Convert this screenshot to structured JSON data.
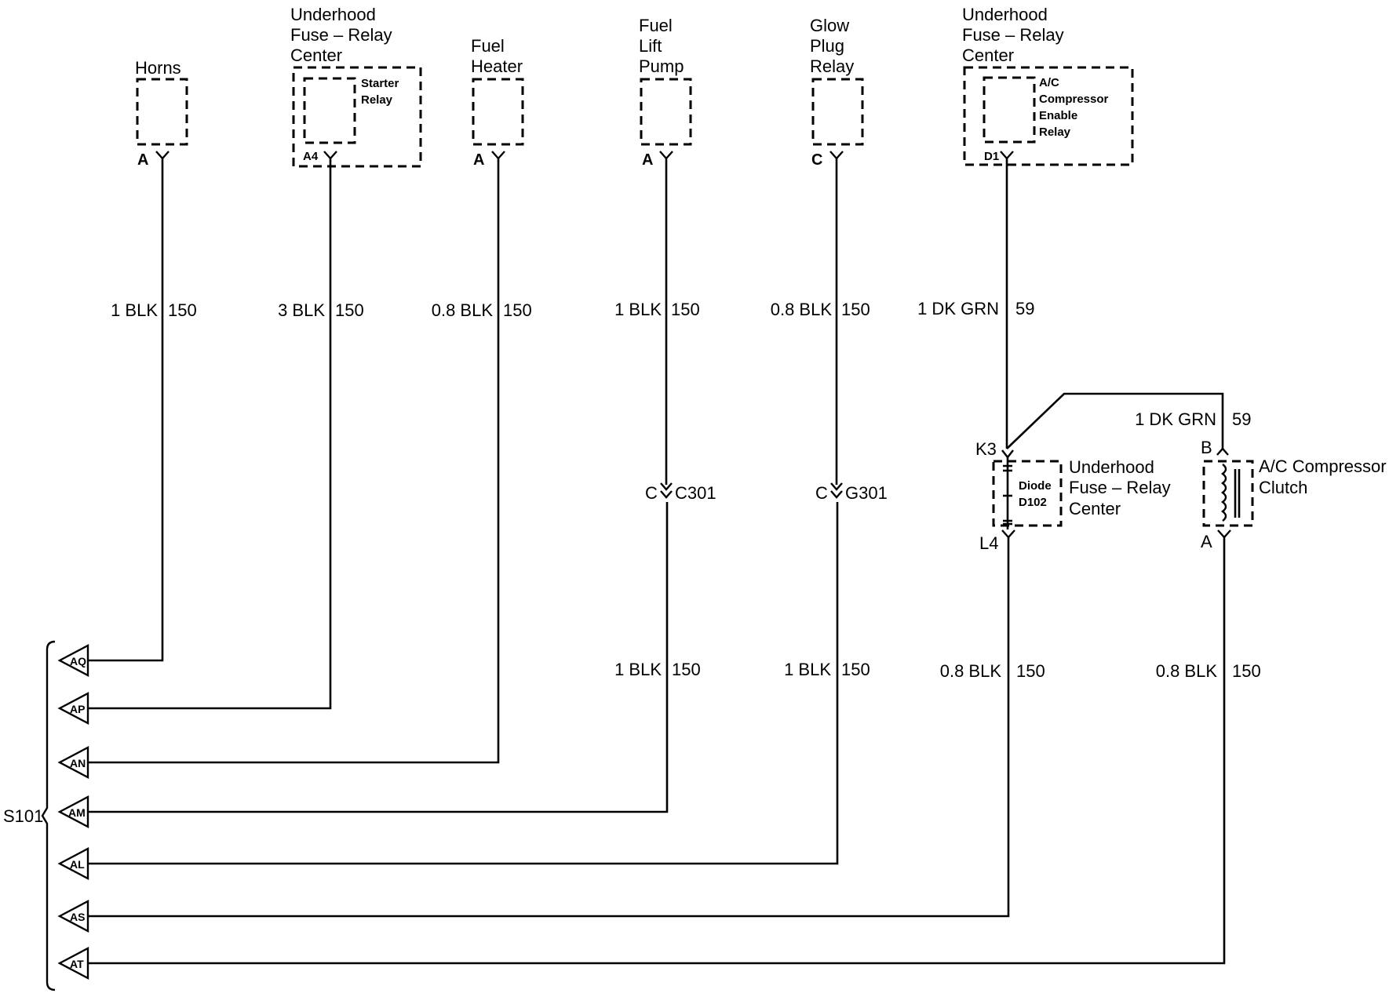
{
  "components": {
    "horns": {
      "name": "Horns",
      "pin": "A"
    },
    "starter_fuse_center": {
      "line1": "Underhood",
      "line2": "Fuse – Relay",
      "line3": "Center",
      "relay_line1": "Starter",
      "relay_line2": "Relay",
      "pin": "A4"
    },
    "fuel_heater": {
      "line1": "Fuel",
      "line2": "Heater",
      "pin": "A"
    },
    "fuel_lift_pump": {
      "line1": "Fuel",
      "line2": "Lift",
      "line3": "Pump",
      "pin": "A"
    },
    "glow_plug_relay": {
      "line1": "Glow",
      "line2": "Plug",
      "line3": "Relay",
      "pin": "C"
    },
    "ac_fuse_center": {
      "line1": "Underhood",
      "line2": "Fuse – Relay",
      "line3": "Center",
      "relay_line1": "A/C",
      "relay_line2": "Compressor",
      "relay_line3": "Enable",
      "relay_line4": "Relay",
      "pin": "D1"
    },
    "diode": {
      "name1": "Diode",
      "name2": "D102",
      "center_line1": "Underhood",
      "center_line2": "Fuse – Relay",
      "center_line3": "Center",
      "pin_top": "K3",
      "pin_bottom": "L4"
    },
    "ac_clutch": {
      "line1": "A/C Compressor",
      "line2": "Clutch",
      "pin_top": "B",
      "pin_bottom": "A"
    }
  },
  "wires": {
    "horns": {
      "gauge_color": "1 BLK",
      "circuit": "150"
    },
    "starter": {
      "gauge_color": "3 BLK",
      "circuit": "150"
    },
    "fuel_heater": {
      "gauge_color": "0.8 BLK",
      "circuit": "150"
    },
    "pump_upper": {
      "gauge_color": "1 BLK",
      "circuit": "150"
    },
    "glow_upper": {
      "gauge_color": "0.8 BLK",
      "circuit": "150"
    },
    "ac_enable": {
      "gauge_color": "1 DK GRN",
      "circuit": "59"
    },
    "clutch_feed": {
      "gauge_color": "1 DK GRN",
      "circuit": "59"
    },
    "pump_lower": {
      "gauge_color": "1 BLK",
      "circuit": "150"
    },
    "glow_lower": {
      "gauge_color": "1 BLK",
      "circuit": "150"
    },
    "diode_lower": {
      "gauge_color": "0.8 BLK",
      "circuit": "150"
    },
    "clutch_lower": {
      "gauge_color": "0.8 BLK",
      "circuit": "150"
    }
  },
  "inline_connectors": {
    "c301": {
      "pin": "C",
      "name": "C301"
    },
    "g301": {
      "pin": "C",
      "name": "G301"
    }
  },
  "splice": {
    "name": "S101",
    "pins": [
      "AQ",
      "AP",
      "AN",
      "AM",
      "AL",
      "AS",
      "AT"
    ]
  }
}
